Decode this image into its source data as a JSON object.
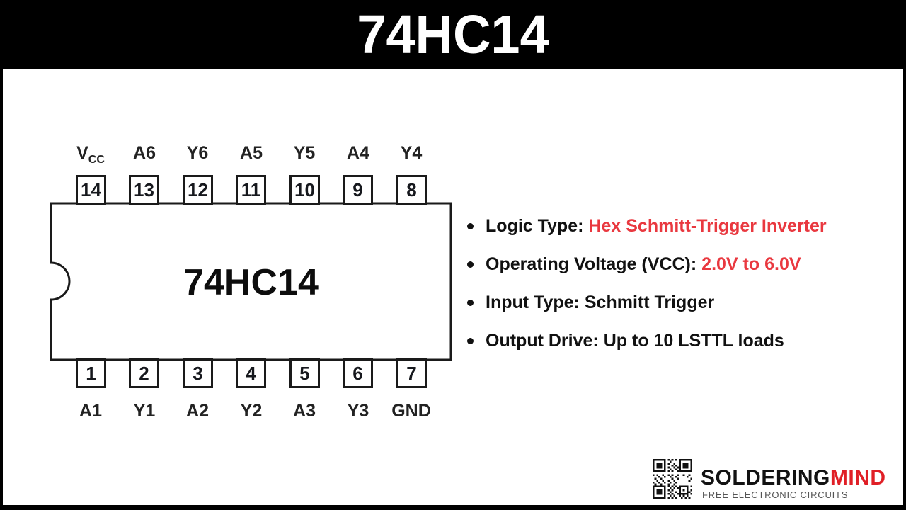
{
  "header": {
    "title": "74HC14"
  },
  "chip": {
    "label": "74HC14",
    "vcc": {
      "main": "V",
      "sub": "CC"
    },
    "top_pins": [
      {
        "number": "14",
        "name": "VCC"
      },
      {
        "number": "13",
        "name": "A6"
      },
      {
        "number": "12",
        "name": "Y6"
      },
      {
        "number": "11",
        "name": "A5"
      },
      {
        "number": "10",
        "name": "Y5"
      },
      {
        "number": "9",
        "name": "A4"
      },
      {
        "number": "8",
        "name": "Y4"
      }
    ],
    "bottom_pins": [
      {
        "number": "1",
        "name": "A1"
      },
      {
        "number": "2",
        "name": "Y1"
      },
      {
        "number": "3",
        "name": "A2"
      },
      {
        "number": "4",
        "name": "Y2"
      },
      {
        "number": "5",
        "name": "A3"
      },
      {
        "number": "6",
        "name": "Y3"
      },
      {
        "number": "7",
        "name": "GND"
      }
    ]
  },
  "specs": [
    {
      "label": "Logic Type:",
      "value": "Hex Schmitt-Trigger Inverter"
    },
    {
      "label": "Operating Voltage (VCC):",
      "value": "2.0V to 6.0V"
    },
    {
      "label": "Input Type:",
      "value": "Schmitt Trigger"
    },
    {
      "label": "Output Drive:",
      "value": "Up to 10 LSTTL loads"
    }
  ],
  "footer": {
    "brand_primary": "SOLDERING",
    "brand_accent": "MIND",
    "tagline": "FREE ELECTRONIC CIRCUITS"
  },
  "colors": {
    "accent_red": "#e9383f",
    "brand_red": "#e01f26",
    "frame_black": "#000000",
    "panel_white": "#ffffff"
  }
}
